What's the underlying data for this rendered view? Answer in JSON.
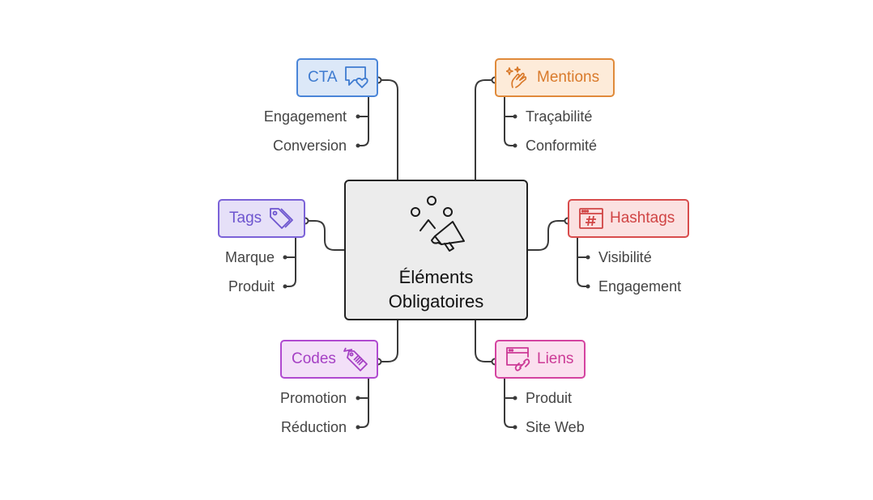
{
  "center": {
    "title_line1": "Éléments",
    "title_line2": "Obligatoires",
    "icon": "megaphone-icon"
  },
  "colors": {
    "cta": {
      "fill": "#dce8f8",
      "stroke": "#4a85d8",
      "text": "#3e7bd0"
    },
    "mentions": {
      "fill": "#fdebd9",
      "stroke": "#e08a3a",
      "text": "#d97a2b"
    },
    "tags": {
      "fill": "#e6e0f8",
      "stroke": "#7b62d8",
      "text": "#6d55cf"
    },
    "hashtags": {
      "fill": "#fbe1e1",
      "stroke": "#d84c4c",
      "text": "#d04444"
    },
    "codes": {
      "fill": "#f3e0f8",
      "stroke": "#b04ad0",
      "text": "#a540c4"
    },
    "liens": {
      "fill": "#fbe0ef",
      "stroke": "#d444a0",
      "text": "#cc3a96"
    }
  },
  "branches": {
    "cta": {
      "label": "CTA",
      "icon": "chat-heart-icon",
      "items": [
        "Engagement",
        "Conversion"
      ]
    },
    "mentions": {
      "label": "Mentions",
      "icon": "sparkle-hand-icon",
      "items": [
        "Traçabilité",
        "Conformité"
      ]
    },
    "tags": {
      "label": "Tags",
      "icon": "tag-icon",
      "items": [
        "Marque",
        "Produit"
      ]
    },
    "hashtags": {
      "label": "Hashtags",
      "icon": "hashtag-browser-icon",
      "items": [
        "Visibilité",
        "Engagement"
      ]
    },
    "codes": {
      "label": "Codes",
      "icon": "barcode-tag-icon",
      "items": [
        "Promotion",
        "Réduction"
      ]
    },
    "liens": {
      "label": "Liens",
      "icon": "browser-link-icon",
      "items": [
        "Produit",
        "Site Web"
      ]
    }
  }
}
